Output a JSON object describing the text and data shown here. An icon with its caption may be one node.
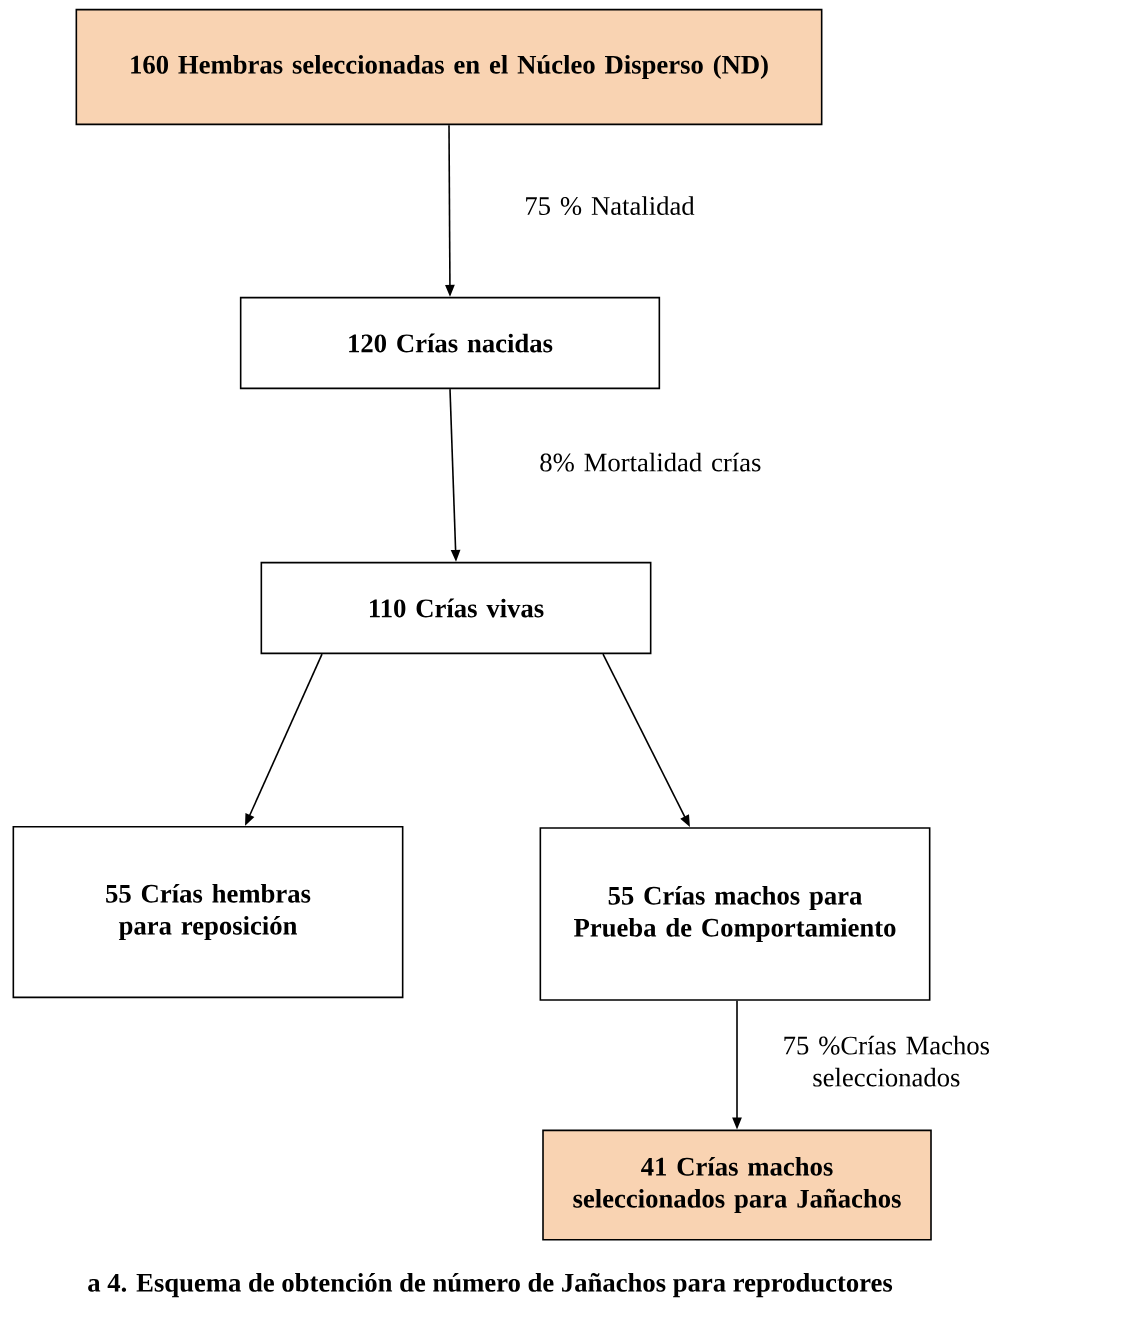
{
  "diagram": {
    "caption": "a 4. Esquema de obtención de número de Jañachos para reproductores",
    "nodes": [
      {
        "text": [
          "160 Hembras seleccionadas en el Núcleo Disperso (ND)"
        ]
      },
      {
        "text": [
          "120 Crías nacidas"
        ]
      },
      {
        "text": [
          "110 Crías vivas"
        ]
      },
      {
        "text": [
          "55 Crías hembras para reposición"
        ]
      },
      {
        "text": [
          "55 Crías machos para Prueba de Comportamiento"
        ]
      },
      {
        "text": [
          "41 Crías machos seleccionados para Jañachos"
        ]
      }
    ],
    "edges": [
      {
        "from": 0,
        "to": 1,
        "arrow": "to",
        "label": "75 % Natalidad"
      },
      {
        "from": 1,
        "to": 2,
        "arrow": "to",
        "label": "8% Mortalidad crías"
      },
      {
        "from": 2,
        "to": 3,
        "arrow": "to"
      },
      {
        "from": 2,
        "to": 4,
        "arrow": "to"
      },
      {
        "from": 4,
        "to": 5,
        "arrow": "to",
        "label": "75 %Crías Machos seleccionados"
      }
    ]
  }
}
